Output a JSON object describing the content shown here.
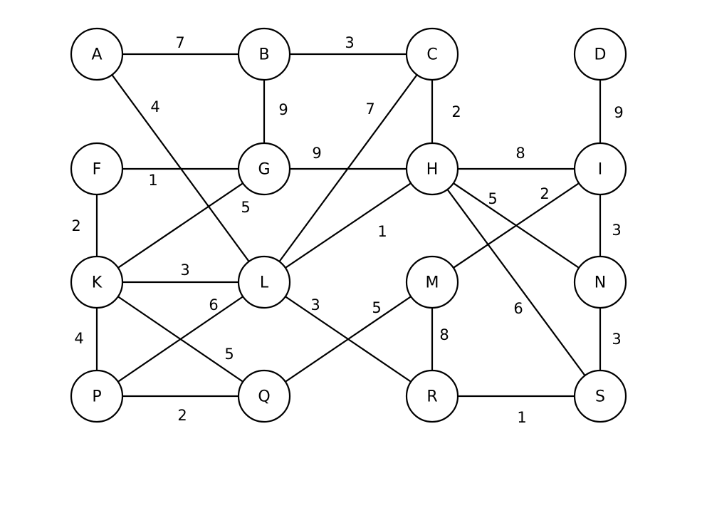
{
  "graph": {
    "type": "undirected-weighted-graph",
    "colors": {
      "stroke": "#000000",
      "fill": "#ffffff",
      "text": "#000000"
    },
    "nodes": [
      {
        "id": "A",
        "row": 0,
        "col": 0
      },
      {
        "id": "B",
        "row": 0,
        "col": 1
      },
      {
        "id": "C",
        "row": 0,
        "col": 2
      },
      {
        "id": "D",
        "row": 0,
        "col": 3
      },
      {
        "id": "F",
        "row": 1,
        "col": 0
      },
      {
        "id": "G",
        "row": 1,
        "col": 1
      },
      {
        "id": "H",
        "row": 1,
        "col": 2
      },
      {
        "id": "I",
        "row": 1,
        "col": 3
      },
      {
        "id": "K",
        "row": 2,
        "col": 0
      },
      {
        "id": "L",
        "row": 2,
        "col": 1
      },
      {
        "id": "M",
        "row": 2,
        "col": 2
      },
      {
        "id": "N",
        "row": 2,
        "col": 3
      },
      {
        "id": "P",
        "row": 3,
        "col": 0
      },
      {
        "id": "Q",
        "row": 3,
        "col": 1
      },
      {
        "id": "R",
        "row": 3,
        "col": 2
      },
      {
        "id": "S",
        "row": 3,
        "col": 3
      }
    ],
    "edges": [
      {
        "from": "A",
        "to": "B",
        "weight": 7
      },
      {
        "from": "A",
        "to": "L",
        "weight": 4
      },
      {
        "from": "B",
        "to": "C",
        "weight": 3
      },
      {
        "from": "B",
        "to": "G",
        "weight": 9
      },
      {
        "from": "C",
        "to": "H",
        "weight": 2
      },
      {
        "from": "C",
        "to": "L",
        "weight": 7
      },
      {
        "from": "D",
        "to": "I",
        "weight": 9
      },
      {
        "from": "F",
        "to": "G",
        "weight": 1
      },
      {
        "from": "F",
        "to": "K",
        "weight": 2
      },
      {
        "from": "G",
        "to": "H",
        "weight": 9
      },
      {
        "from": "G",
        "to": "K",
        "weight": 5
      },
      {
        "from": "H",
        "to": "I",
        "weight": 8
      },
      {
        "from": "H",
        "to": "L",
        "weight": 1
      },
      {
        "from": "H",
        "to": "N",
        "weight": 5
      },
      {
        "from": "H",
        "to": "S",
        "weight": 6
      },
      {
        "from": "I",
        "to": "M",
        "weight": 2
      },
      {
        "from": "I",
        "to": "N",
        "weight": 3
      },
      {
        "from": "K",
        "to": "L",
        "weight": 3
      },
      {
        "from": "K",
        "to": "P",
        "weight": 4
      },
      {
        "from": "K",
        "to": "Q",
        "weight": 5
      },
      {
        "from": "L",
        "to": "P",
        "weight": 6
      },
      {
        "from": "L",
        "to": "R",
        "weight": 3
      },
      {
        "from": "M",
        "to": "Q",
        "weight": 5
      },
      {
        "from": "M",
        "to": "R",
        "weight": 8
      },
      {
        "from": "N",
        "to": "S",
        "weight": 3
      },
      {
        "from": "P",
        "to": "Q",
        "weight": 2
      },
      {
        "from": "R",
        "to": "S",
        "weight": 1
      }
    ]
  }
}
